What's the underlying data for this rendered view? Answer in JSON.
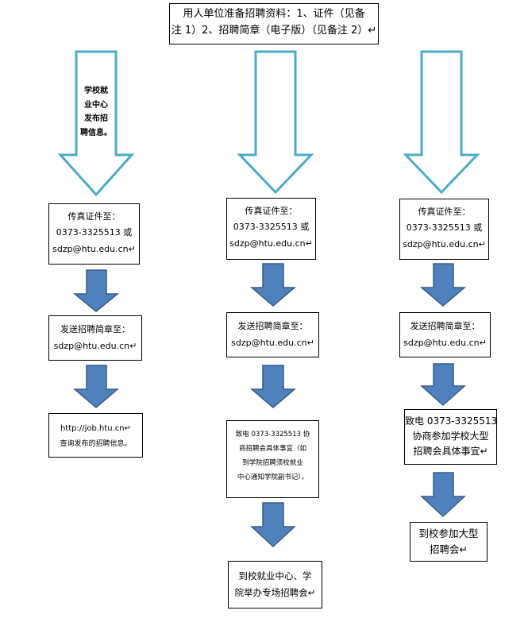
{
  "top_box": {
    "line1": "用人单位准备招聘资料：1、证件（见备",
    "line2": "注 1）2、招聘简章（电子版）（见备注 2）↵"
  },
  "left_column": {
    "hollow_arrow_text": [
      "学校就",
      "业中心",
      "发布招",
      "聘信息。"
    ],
    "fax_box": [
      "传真证件至：",
      "0373-3325513 或",
      "sdzp@htu.edu.cn↵"
    ],
    "send_box": [
      "发送招聘简章至：",
      "sdzp@htu.edu.cn↵"
    ],
    "web_box": [
      "http://job.htu.cn↵",
      "查询发布的招聘信息。"
    ]
  },
  "middle_column": {
    "fax_box": [
      "传真证件至：",
      "0373-3325513 或",
      "sdzp@htu.edu.cn↵"
    ],
    "send_box": [
      "发送招聘简章至：",
      "sdzp@htu.edu.cn↵"
    ],
    "call_box": [
      "致电 0373-3325513 协",
      "商招聘会具体事宜（如",
      "到学院招聘须校就业",
      "中心通知学院副书记）。"
    ],
    "final_box": [
      "到校就业中心、学",
      "院举办专场招聘会↵"
    ]
  },
  "right_column": {
    "fax_box": [
      "传真证件至：",
      "0373-3325513 或",
      "sdzp@htu.edu.cn↵"
    ],
    "send_box": [
      "发送招聘简章至：",
      "sdzp@htu.edu.cn↵"
    ],
    "call_box": [
      "致电 0373-3325513",
      "协商参加学校大型",
      "招聘会具体事宜↵"
    ],
    "final_box": [
      "到校参加大型",
      "招聘会↵"
    ]
  },
  "colors": {
    "hollow_arrow_stroke": "#4bacc6",
    "solid_arrow_fill": "#4f81bd",
    "solid_arrow_stroke": "#385d8a"
  }
}
